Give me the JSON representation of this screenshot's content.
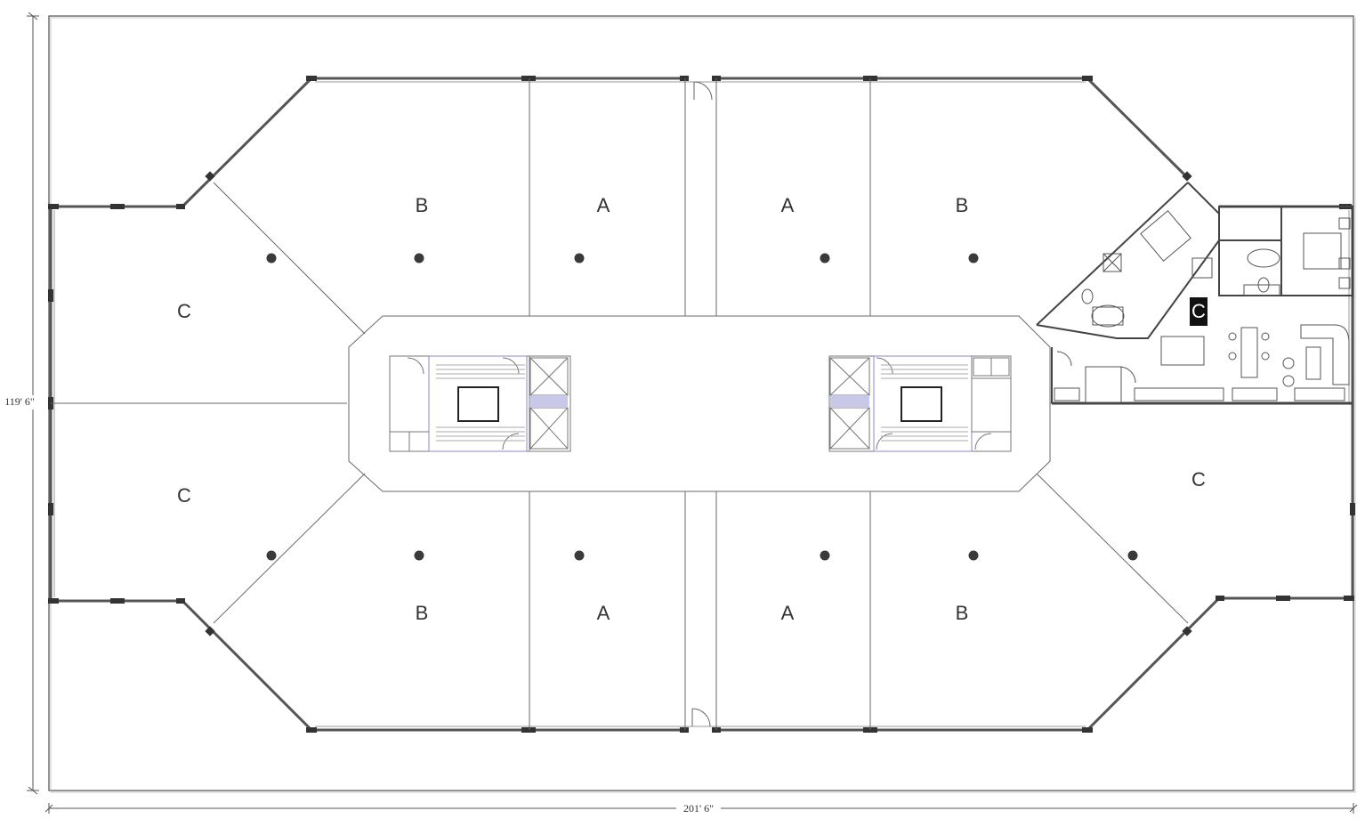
{
  "dimensions": {
    "width_label": "201' 6\"",
    "height_label": "119' 6\""
  },
  "units": [
    {
      "label": "B"
    },
    {
      "label": "A"
    },
    {
      "label": "A"
    },
    {
      "label": "B"
    },
    {
      "label": "C"
    },
    {
      "label": "C"
    },
    {
      "label": "C"
    },
    {
      "label": "B"
    },
    {
      "label": "A"
    },
    {
      "label": "A"
    },
    {
      "label": "B"
    },
    {
      "label": "C"
    }
  ],
  "colors": {
    "wall": "#555555",
    "thin_line": "#6a6a6a",
    "column": "#3a3a3a",
    "elevator_accent": "#c8c8e8",
    "highlight_label_bg": "#111111",
    "highlight_label_fg": "#ffffff"
  }
}
